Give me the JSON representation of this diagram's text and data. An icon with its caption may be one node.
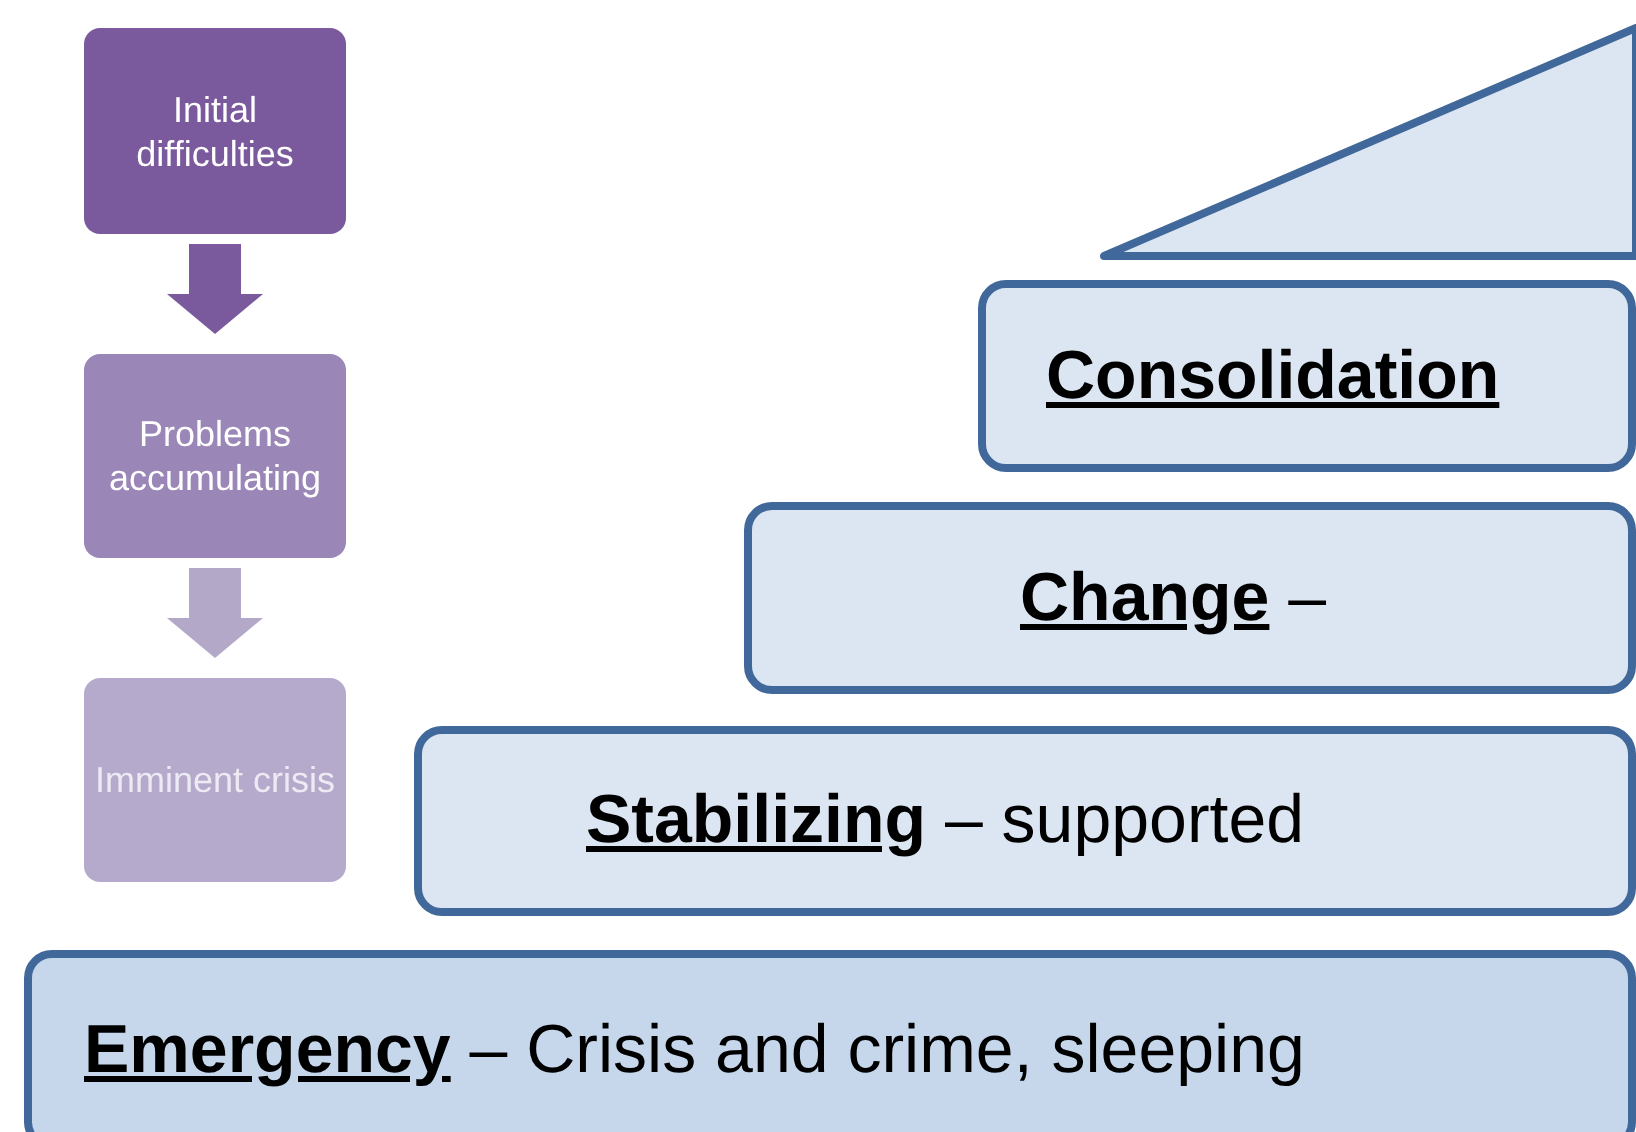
{
  "diagram": {
    "nodes": [
      {
        "text": [
          "Initial difficulties"
        ]
      },
      {
        "text": [
          "Problems accumulating"
        ]
      },
      {
        "text": [
          "Imminent crisis"
        ]
      },
      {
        "text": [],
        "shape": "triangle"
      },
      {
        "text": [
          "**Consolidation**"
        ]
      },
      {
        "text": [
          "**Change** –"
        ]
      },
      {
        "text": [
          "**Stabilizing** – supported"
        ]
      },
      {
        "text": [
          "**Emergency** – Crisis and crime, sleeping"
        ]
      }
    ],
    "edges": [
      {
        "from": 0,
        "to": 1,
        "arrow": "to",
        "color": "#7a5a9c"
      },
      {
        "from": 1,
        "to": 2,
        "arrow": "to",
        "color": "#b3a8c8"
      }
    ]
  }
}
